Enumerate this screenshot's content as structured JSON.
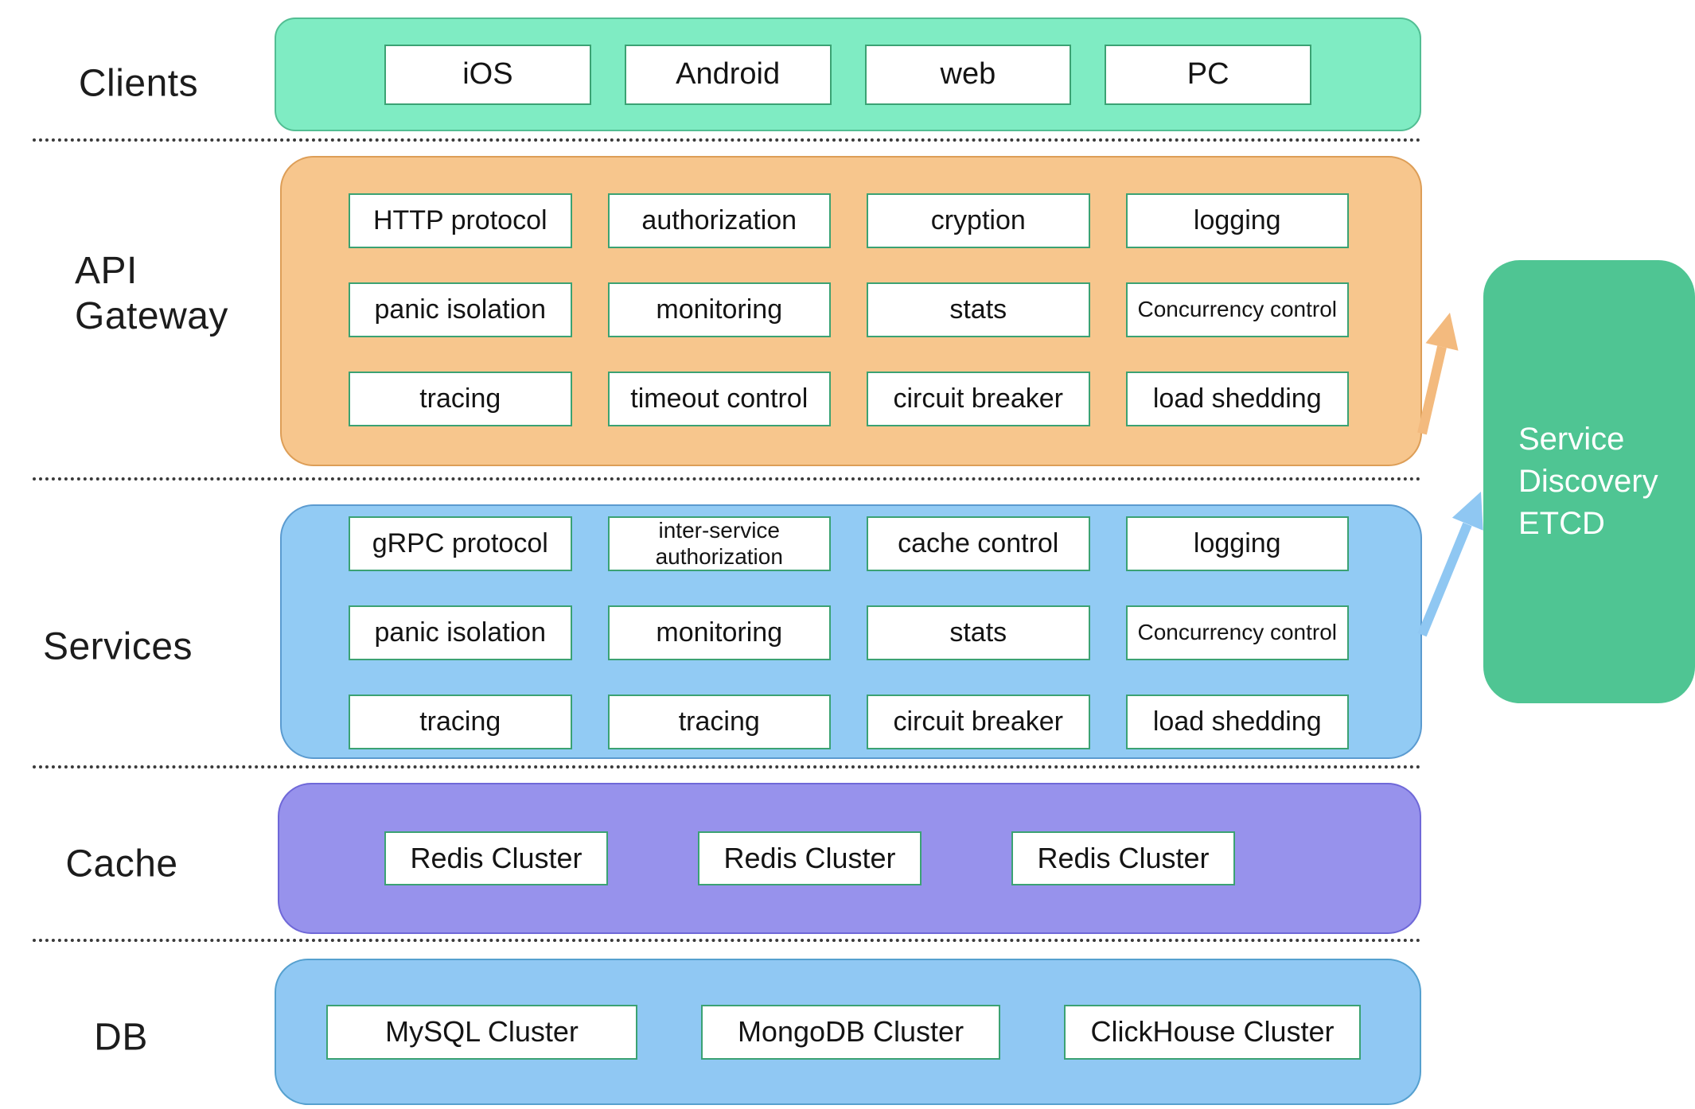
{
  "diagram": {
    "layers": {
      "clients": {
        "label": "Clients",
        "cells": [
          "iOS",
          "Android",
          "web",
          "PC"
        ]
      },
      "api_gateway": {
        "label_line1": "API",
        "label_line2": "Gateway",
        "rows": [
          [
            "HTTP protocol",
            "authorization",
            "cryption",
            "logging"
          ],
          [
            "panic isolation",
            "monitoring",
            "stats",
            "Concurrency control"
          ],
          [
            "tracing",
            "timeout control",
            "circuit breaker",
            "load shedding"
          ]
        ]
      },
      "services": {
        "label": "Services",
        "rows": [
          [
            "gRPC protocol",
            "inter-service authorization",
            "cache control",
            "logging"
          ],
          [
            "panic isolation",
            "monitoring",
            "stats",
            "Concurrency control"
          ],
          [
            "tracing",
            "tracing",
            "circuit breaker",
            "load shedding"
          ]
        ]
      },
      "cache": {
        "label": "Cache",
        "cells": [
          "Redis Cluster",
          "Redis Cluster",
          "Redis Cluster"
        ]
      },
      "db": {
        "label": "DB",
        "cells": [
          "MySQL Cluster",
          "MongoDB Cluster",
          "ClickHouse Cluster"
        ]
      }
    },
    "service_discovery": {
      "lines": [
        "Service",
        "Discovery",
        "ETCD"
      ]
    }
  },
  "colors": {
    "clients_bg": "#7fecc3",
    "clients_border": "#52be93",
    "gateway_bg": "#f7c68d",
    "gateway_border": "#dd9e57",
    "services_bg": "#92cbf4",
    "services_border": "#5b9bd0",
    "cache_bg": "#9792ec",
    "cache_border": "#6f68d8",
    "db_bg": "#90c8f3",
    "db_border": "#55a0cf",
    "etcd_bg": "#4fc593",
    "cell_border": "#3ba273",
    "arrow_orange": "#f3ba7e",
    "arrow_blue": "#8fc7f2"
  }
}
